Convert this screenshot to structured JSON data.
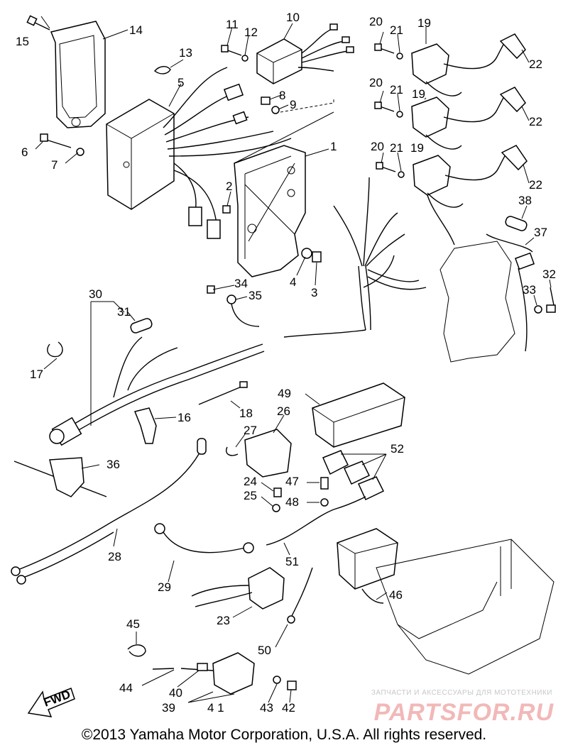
{
  "callouts": [
    {
      "id": "c1",
      "text": "1"
    },
    {
      "id": "c2",
      "text": "2"
    },
    {
      "id": "c3",
      "text": "3"
    },
    {
      "id": "c4",
      "text": "4"
    },
    {
      "id": "c5",
      "text": "5"
    },
    {
      "id": "c6",
      "text": "6"
    },
    {
      "id": "c7",
      "text": "7"
    },
    {
      "id": "c8",
      "text": "8"
    },
    {
      "id": "c9",
      "text": "9"
    },
    {
      "id": "c10",
      "text": "10"
    },
    {
      "id": "c11",
      "text": "11"
    },
    {
      "id": "c12",
      "text": "12"
    },
    {
      "id": "c13",
      "text": "13"
    },
    {
      "id": "c14",
      "text": "14"
    },
    {
      "id": "c15",
      "text": "15"
    },
    {
      "id": "c16",
      "text": "16"
    },
    {
      "id": "c17",
      "text": "17"
    },
    {
      "id": "c18",
      "text": "18"
    },
    {
      "id": "c19a",
      "text": "19"
    },
    {
      "id": "c19b",
      "text": "19"
    },
    {
      "id": "c19c",
      "text": "19"
    },
    {
      "id": "c20a",
      "text": "20"
    },
    {
      "id": "c20b",
      "text": "20"
    },
    {
      "id": "c20c",
      "text": "20"
    },
    {
      "id": "c21a",
      "text": "21"
    },
    {
      "id": "c21b",
      "text": "21"
    },
    {
      "id": "c21c",
      "text": "21"
    },
    {
      "id": "c22a",
      "text": "22"
    },
    {
      "id": "c22b",
      "text": "22"
    },
    {
      "id": "c22c",
      "text": "22"
    },
    {
      "id": "c23",
      "text": "23"
    },
    {
      "id": "c24",
      "text": "24"
    },
    {
      "id": "c25",
      "text": "25"
    },
    {
      "id": "c26",
      "text": "26"
    },
    {
      "id": "c27",
      "text": "27"
    },
    {
      "id": "c28",
      "text": "28"
    },
    {
      "id": "c29",
      "text": "29"
    },
    {
      "id": "c30",
      "text": "30"
    },
    {
      "id": "c31",
      "text": "31"
    },
    {
      "id": "c32",
      "text": "32"
    },
    {
      "id": "c33",
      "text": "33"
    },
    {
      "id": "c34",
      "text": "34"
    },
    {
      "id": "c35",
      "text": "35"
    },
    {
      "id": "c36",
      "text": "36"
    },
    {
      "id": "c37",
      "text": "37"
    },
    {
      "id": "c38",
      "text": "38"
    },
    {
      "id": "c39",
      "text": "39"
    },
    {
      "id": "c40",
      "text": "40"
    },
    {
      "id": "c41",
      "text": "4 1"
    },
    {
      "id": "c42",
      "text": "42"
    },
    {
      "id": "c43",
      "text": "43"
    },
    {
      "id": "c44",
      "text": "44"
    },
    {
      "id": "c45",
      "text": "45"
    },
    {
      "id": "c46",
      "text": "46"
    },
    {
      "id": "c47",
      "text": "47"
    },
    {
      "id": "c48",
      "text": "48"
    },
    {
      "id": "c49",
      "text": "49"
    },
    {
      "id": "c50",
      "text": "50"
    },
    {
      "id": "c51",
      "text": "51"
    },
    {
      "id": "c52",
      "text": "52"
    }
  ],
  "fwd_label": "FWD",
  "copyright": "©2013 Yamaha Motor Corporation, U.S.A. All rights reserved.",
  "watermark": {
    "tagline": "ЗАПЧАСТИ И АКСЕССУАРЫ ДЛЯ МОТОТЕХНИКИ",
    "logo": "PARTSFOR.RU"
  }
}
